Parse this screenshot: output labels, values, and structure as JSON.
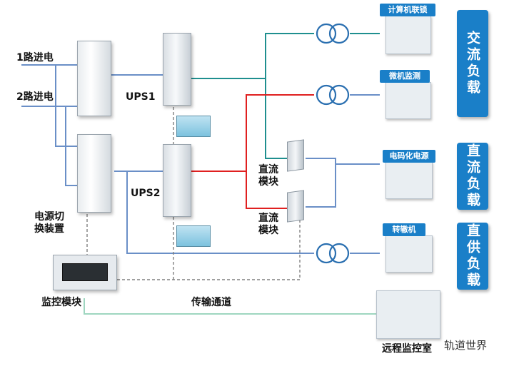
{
  "inputs": {
    "line1": "1路进电",
    "line2": "2路进电"
  },
  "devices": {
    "switch_device": "电源切\n换装置",
    "ups1": "UPS1",
    "ups2": "UPS2",
    "dc_module_1": "直流\n模块",
    "dc_module_2": "直流\n模块",
    "monitor_module": "监控模块",
    "transmission": "传输通道",
    "remote_monitor": "远程监控室"
  },
  "loads": {
    "interlock": "计算机联锁",
    "microcomputer": "微机监测",
    "electronic_power": "电码化电源",
    "switch_machine": "转辙机"
  },
  "categories": {
    "ac_load": "交流负载",
    "dc_load": "直流负载",
    "direct_load": "直供负载"
  },
  "watermark": "轨道世界",
  "colors": {
    "line_blue": "#6a8fc7",
    "line_teal": "#1f8f8f",
    "line_red": "#e02020",
    "line_dashed": "#808080",
    "line_green": "#9fd6c0",
    "accent": "#1a7fc8"
  }
}
